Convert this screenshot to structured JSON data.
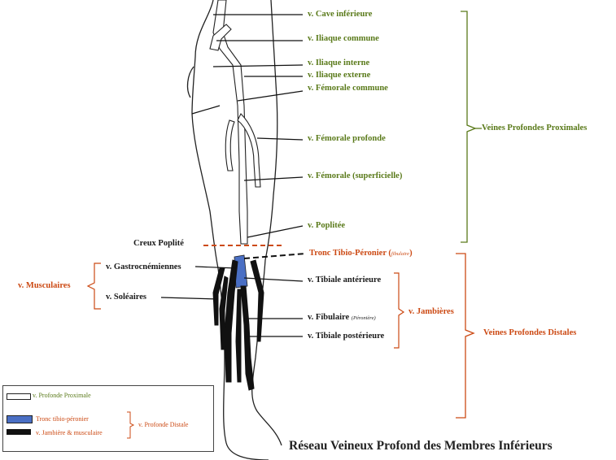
{
  "labels": {
    "cave_inferieure": "v. Cave inférieure",
    "iliaque_commune": "v. Iliaque commune",
    "iliaque_interne": "v. Iliaque interne",
    "iliaque_externe": "v. Iliaque externe",
    "femorale_commune": "v. Fémorale commune",
    "femorale_profonde": "v. Fémorale profonde",
    "femorale_superficielle": "v. Fémorale (superficielle)",
    "poplitee": "v. Poplitée",
    "creux_poplite": "Creux Poplité",
    "tronc_tibio_peronier": "Tronc Tibio-Péronier (",
    "tronc_tibio_peronier_small": "fibulaire",
    "tronc_close": ")",
    "gastrocnemiennes": "v. Gastrocnémiennes",
    "soleaires": "v. Soléaires",
    "musculaires": "v. Musculaires",
    "tibiale_anterieure": "v. Tibiale antérieure",
    "fibulaire": "v. Fibulaire",
    "fibulaire_small": "(Péronière)",
    "tibiale_posterieure": "v. Tibiale postérieure",
    "jambieres": "v. Jambières",
    "veines_proximales": "Veines Profondes Proximales",
    "veines_distales": "Veines Profondes Distales"
  },
  "legend": {
    "proximale": "v. Profonde Proximale",
    "tronc": "Tronc tibio-péronier",
    "jambiere": "v. Jambière & musculaire",
    "distale": "v. Profonde Distale"
  },
  "title": "Réseau Veineux Profond des Membres Inférieurs",
  "colors": {
    "green": "#5a7a1a",
    "orange": "#cc4a14",
    "blue": "#4a6fc4",
    "black": "#111111"
  }
}
